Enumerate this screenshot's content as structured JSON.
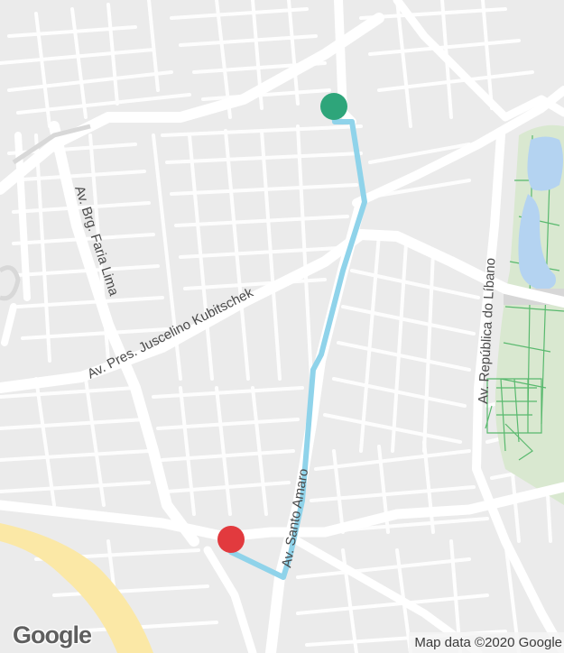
{
  "map": {
    "colors": {
      "land": "#ebebeb",
      "road": "#ffffff",
      "highway": "#fbe8a6",
      "water": "#b4d3f1",
      "park": "#d9e8d0",
      "park_path": "#59b96e",
      "route": "#8fd3ea",
      "origin_marker": "#2ea57a",
      "destination_marker": "#e23a3e"
    },
    "labels": {
      "faria_lima": "Av. Brg. Faria Lima",
      "juscelino": "Av. Pres. Juscelino Kubitschek",
      "santo_amaro": "Av. Santo Amaro",
      "republica_libano": "Av. República do Líbano"
    },
    "logo_text": "Google",
    "attribution": "Map data ©2020 Google",
    "markers": {
      "origin_icon": "green-circle-marker",
      "destination_icon": "red-circle-marker"
    }
  }
}
